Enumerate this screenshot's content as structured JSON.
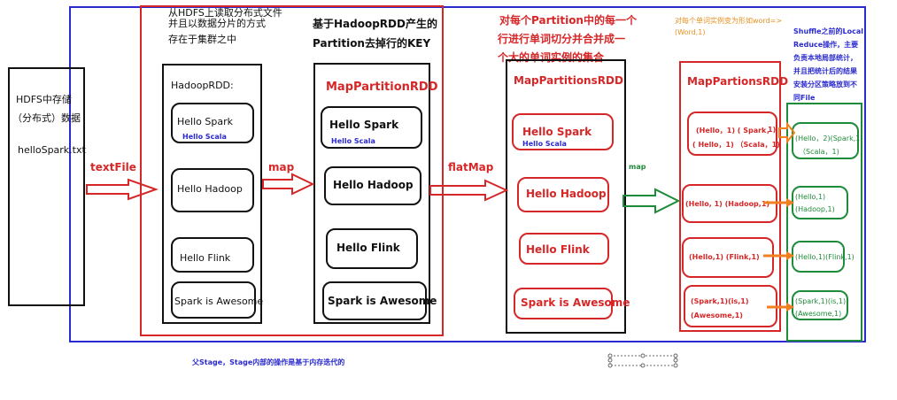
{
  "colors": {
    "red": "#d62728",
    "black": "#111111",
    "blue": "#2a2ad0",
    "green": "#1e8b3a",
    "orange": "#f08020",
    "notes_orange": "#e8901f"
  },
  "hdfs": {
    "line1": "HDFS中存储",
    "line2": "（分布式）数据",
    "file": "helloSpark.txt"
  },
  "arrows": {
    "textFile": "textFile",
    "map1": "map",
    "flatMap": "flatMap",
    "map2": "map"
  },
  "notes": {
    "hdfs_read_1": "从HDFS上读取分布式文件",
    "hdfs_read_2": "并且以数据分片的方式",
    "hdfs_read_3": "存在于集群之中",
    "maprdd_1": "基于HadoopRDD产生的",
    "maprdd_2": "Partition去掉行的KEY",
    "partition_1": "对每个Partition中的每一个",
    "partition_2": "行进行单词切分并合并成一",
    "partition_3": "个大的单词实例的集合",
    "word_1": "对每个单词实例变为形如word=>",
    "word_2": "(Word,1)",
    "shuffle_1": "Shuffle之前的Local",
    "shuffle_2": "Reduce操作，主要",
    "shuffle_3": "负责本地局部统计，",
    "shuffle_4": "并且把统计后的结果",
    "shuffle_5": "安装分区策略放到不",
    "shuffle_6": "同File",
    "stage": "父Stage，Stage内部的操作是基于内存迭代的"
  },
  "hadoop_rdd": {
    "title": "HadoopRDD:",
    "items": [
      "Hello Spark",
      "Hello Hadoop",
      "Hello Flink",
      "Spark is Awesome"
    ],
    "sub": "Hello Scala"
  },
  "map_partition_rdd": {
    "title": "MapPartitionRDD",
    "items": [
      "Hello Spark",
      "Hello Hadoop",
      "Hello Flink",
      "Spark is Awesome"
    ],
    "sub": "Hello Scala"
  },
  "map_partitions_rdd_1": {
    "title": "MapPartitionsRDD",
    "items": [
      "Hello Spark",
      "Hello Hadoop",
      "Hello Flink",
      "Spark is Awesome"
    ],
    "sub": "Hello Scala"
  },
  "map_partions_rdd_2": {
    "title": "MapPartionsRDD",
    "p1_line1": "(Hello，1) ( Spark，",
    "p1_line1_end": "1)",
    "p1_line2": "( Hello，1) （Scala，1)",
    "p2": "(Hello, 1) (Hadoop,1)",
    "p3": "(Hello,1) (Flink,1)",
    "p4_line1": "(Spark,1)(is,1)",
    "p4_line2": "(Awesome,1)"
  },
  "local_reduce": {
    "p1_line1": "(Hello，2)(Spark,1)",
    "p1_line2": "（Scala，1)",
    "p2_line1": "(Hello,1)",
    "p2_line2": "(Hadoop,1)",
    "p3": "(Hello,1)(Flink,1)",
    "p4_line1": "(Spark,1)(is,1)",
    "p4_line2": "(Awesome,1)"
  }
}
